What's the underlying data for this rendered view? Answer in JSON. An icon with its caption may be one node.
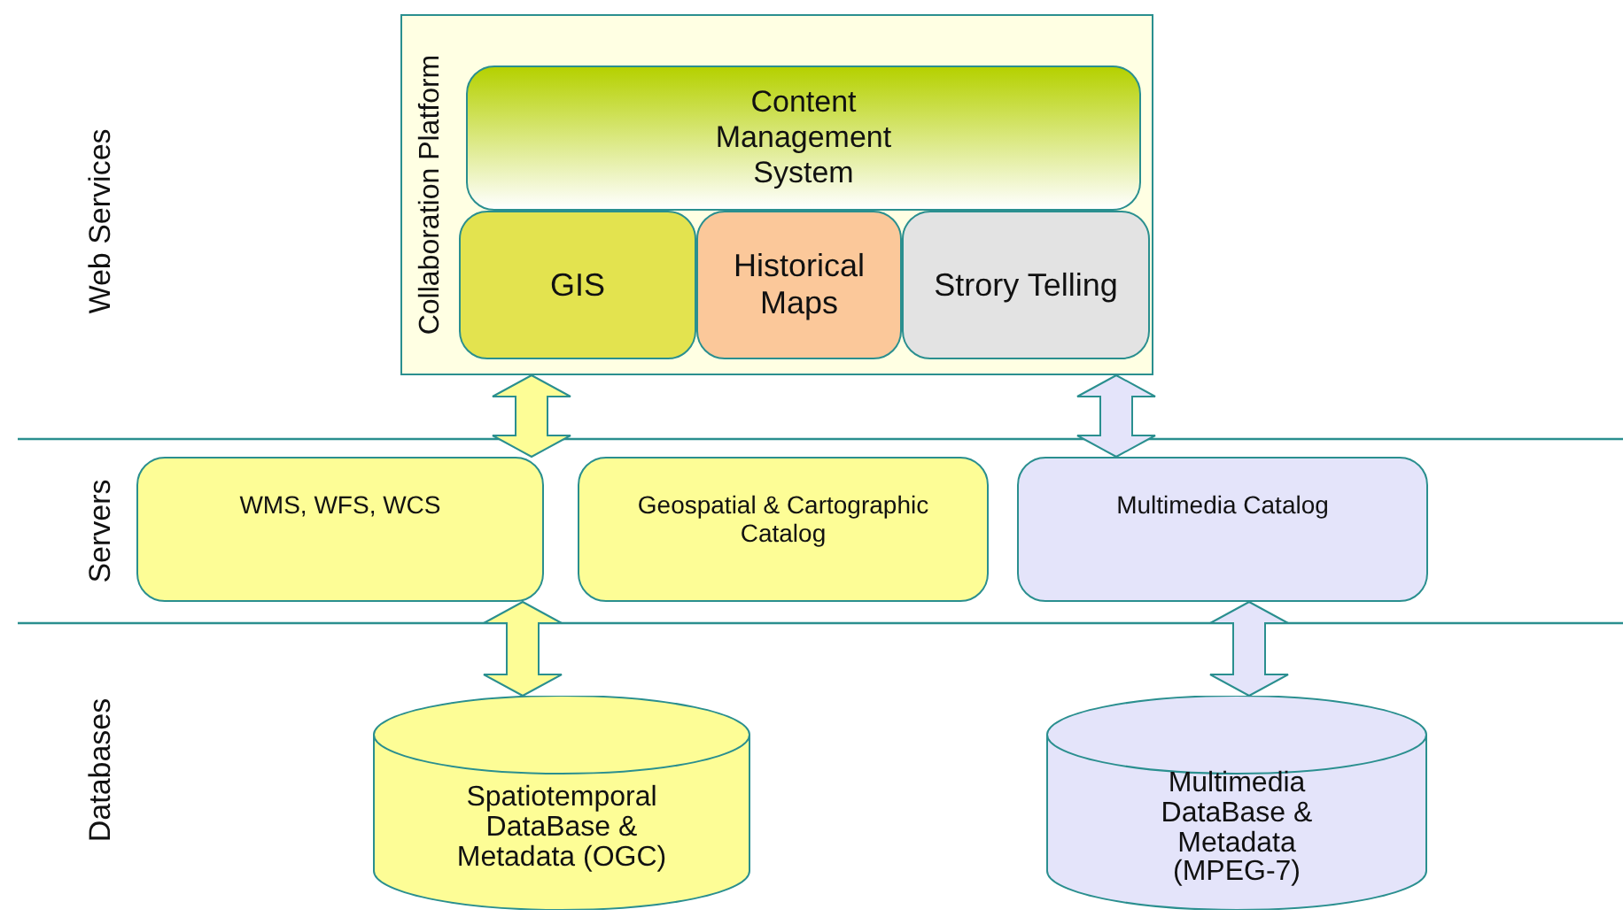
{
  "diagram": {
    "nodes": [
      {
        "text": [
          "Collaboration Platform"
        ]
      },
      {
        "text": [
          "Content Management System"
        ],
        "in": 0
      },
      {
        "text": [
          "GIS"
        ],
        "in": 0
      },
      {
        "text": [
          "Historical Maps"
        ],
        "in": 0
      },
      {
        "text": [
          "Strory Telling"
        ],
        "in": 0
      },
      {
        "text": [
          "WMS, WFS, WCS"
        ]
      },
      {
        "text": [
          "Geospatial & Cartographic Catalog"
        ]
      },
      {
        "text": [
          "Multimedia Catalog"
        ]
      },
      {
        "text": [
          "Spatiotemporal DataBase & Metadata (OGC)"
        ]
      },
      {
        "text": [
          "Multimedia DataBase & Metadata (MPEG-7)"
        ]
      }
    ],
    "edges": [
      {
        "from": 0,
        "to": 5,
        "arrow": "both",
        "style": "thick"
      },
      {
        "from": 0,
        "to": 7,
        "arrow": "both",
        "style": "thick",
        "color": "#e4e4fa"
      },
      {
        "from": 5,
        "to": 8,
        "arrow": "both",
        "style": "thick"
      },
      {
        "from": 7,
        "to": 9,
        "arrow": "both",
        "style": "thick",
        "color": "#e4e4fa"
      }
    ],
    "labels": [
      "Web Services",
      "Servers",
      "Databases"
    ]
  }
}
